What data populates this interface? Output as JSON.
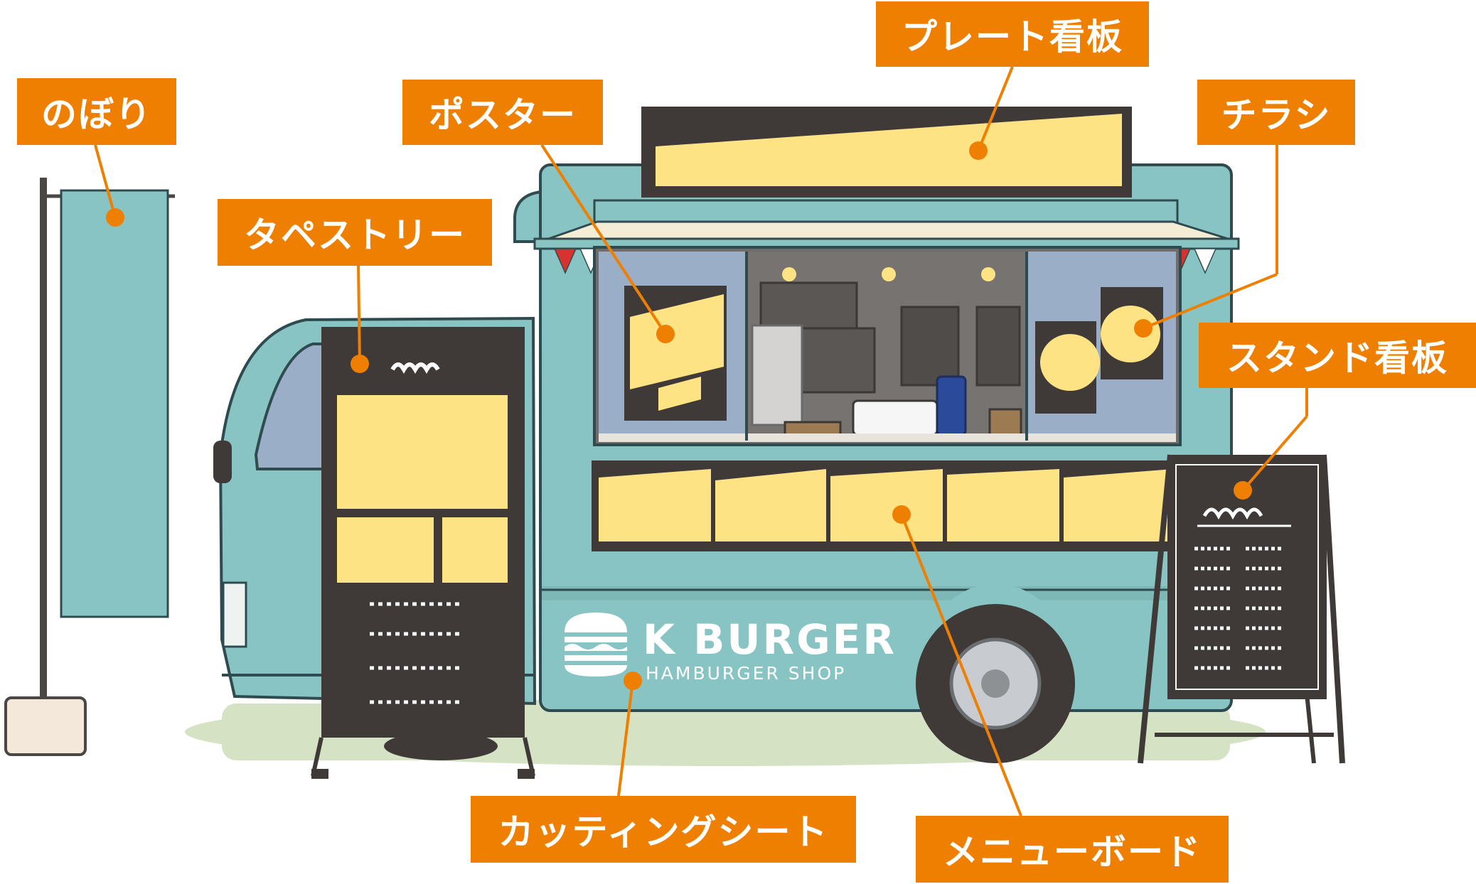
{
  "labels": {
    "nobori": "のぼり",
    "poster": "ポスター",
    "plate_sign": "プレート看板",
    "flyer": "チラシ",
    "tapestry": "タペストリー",
    "stand_sign": "スタンド看板",
    "cutting_sheet": "カッティングシート",
    "menu_board": "メニューボード"
  },
  "truck": {
    "brand_name": "K BURGER",
    "brand_tagline": "HAMBURGER SHOP"
  },
  "colors": {
    "label_bg": "#ee7f01",
    "truck_body": "#88c4c3",
    "dark_panel": "#3f3a38",
    "sign_yellow": "#fde383",
    "callout_line": "#ee7f01"
  }
}
